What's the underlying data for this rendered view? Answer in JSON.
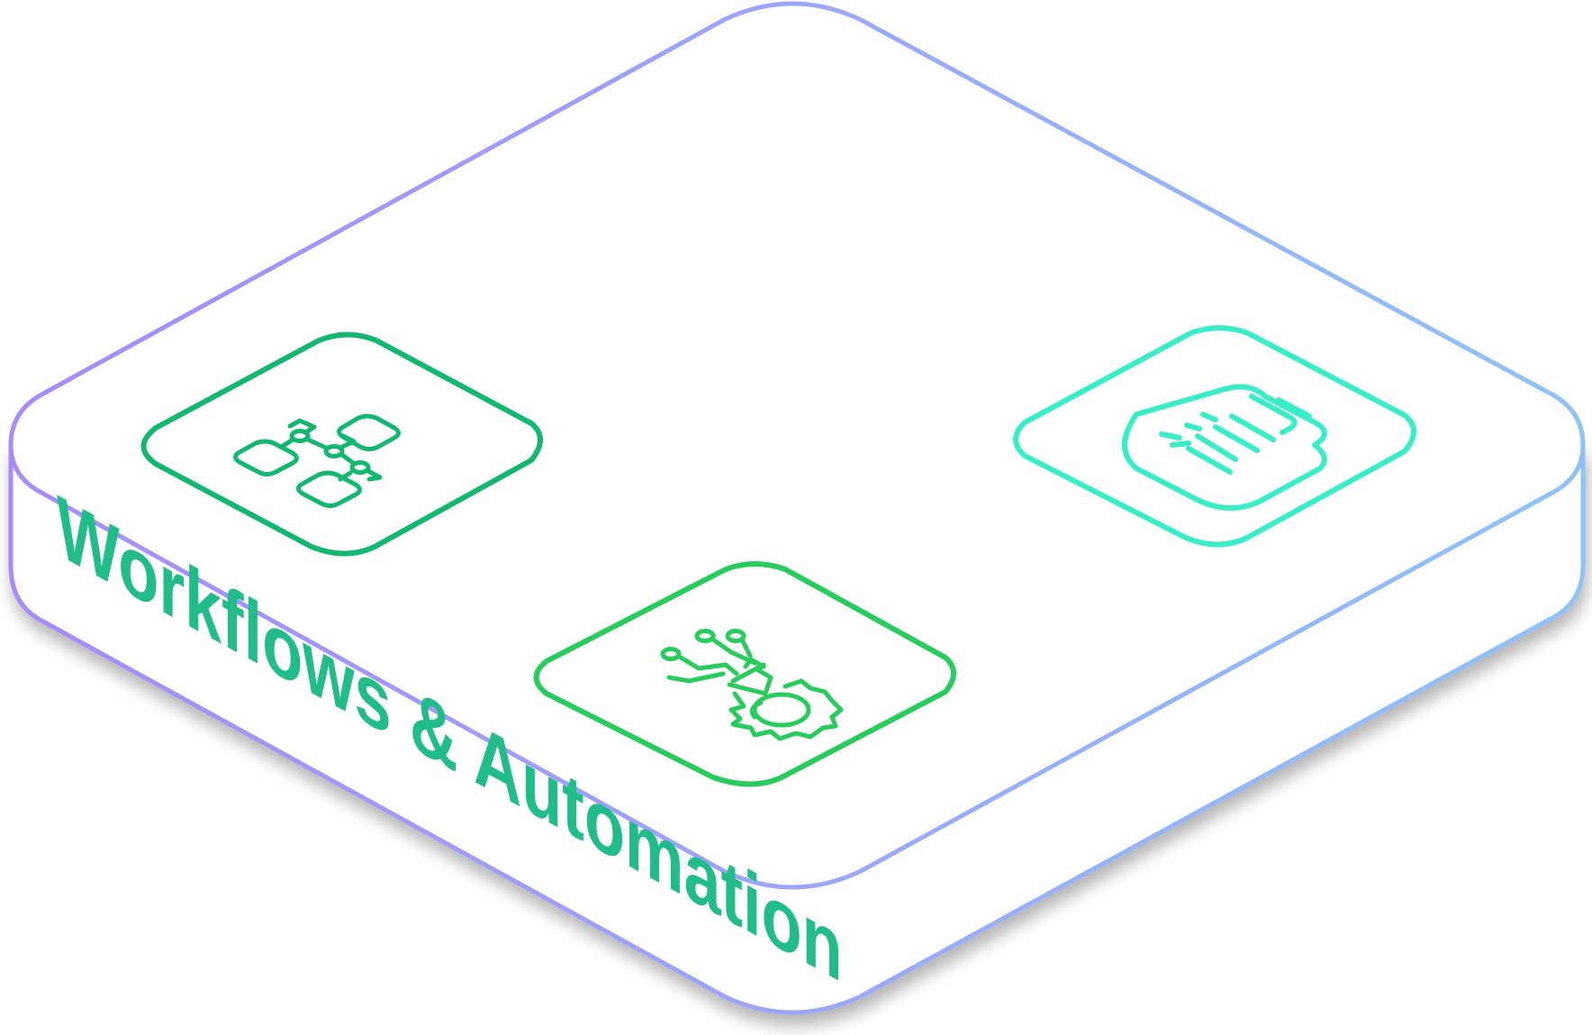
{
  "platform": {
    "label": "Workflows & Automation",
    "gradient_start": "#A78BF8",
    "gradient_end": "#8EC3F8",
    "label_color": "#21BC8A",
    "surface_color": "#FFFFFF"
  },
  "tiles": [
    {
      "name": "tile-workflow",
      "icon": "flowchart-icon",
      "color": "#13B870"
    },
    {
      "name": "tile-automation",
      "icon": "cursor-gear-icon",
      "color": "#27CC5C"
    },
    {
      "name": "tile-document",
      "icon": "document-list-icon",
      "color": "#38EDC8"
    }
  ]
}
